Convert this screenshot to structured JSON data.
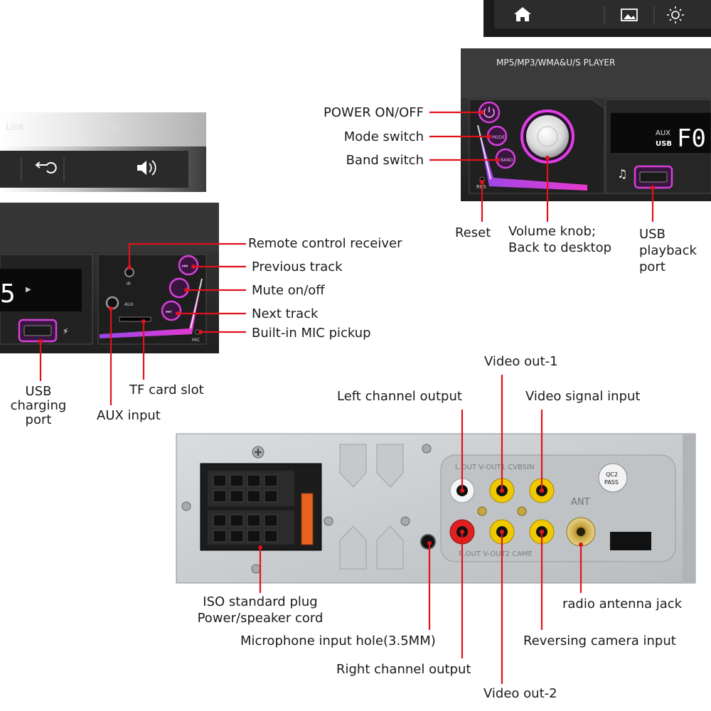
{
  "front_panel_right": {
    "header": "MP5/MP3/WMA&U/S PLAYER",
    "display_aux": "AUX",
    "display_usb": "USB",
    "display_digits": "F0",
    "reset_tag": "RES",
    "music_glyph": "♫",
    "icons": [
      "home-icon",
      "image-icon",
      "brightness-icon"
    ],
    "labels": {
      "power": "POWER ON/OFF",
      "mode": "Mode switch",
      "band": "Band switch",
      "reset": "Reset",
      "volume_1": "Volume knob;",
      "volume_2": "Back to desktop",
      "usb_play_1": "USB",
      "usb_play_2": "playback",
      "usb_play_3": "port"
    }
  },
  "front_panel_left": {
    "screen_text_1": "Link",
    "screen_text_2": "iCarFind",
    "display_digits": "5",
    "ir_tag": "IR",
    "aux_tag": "AUX",
    "mic_tag": "MIC",
    "icons": [
      "back-icon",
      "volume-icon"
    ],
    "labels": {
      "remote": "Remote control receiver",
      "prev": "Previous track",
      "mute": "Mute on/off",
      "next": "Next track",
      "mic": "Built-in MIC pickup",
      "usb_charge_1": "USB",
      "usb_charge_2": "charging",
      "usb_charge_3": "port",
      "aux": "AUX input",
      "tf": "TF card slot"
    }
  },
  "rear_panel": {
    "row1_silk": "L.OUT  V-OUT1  CVBSIN",
    "row2_silk": "R.OUT  V-OUT2  CAME",
    "ant_silk": "ANT",
    "qc_1": "QC2",
    "qc_2": "PASS",
    "labels": {
      "video_out1": "Video out-1",
      "left_out": "Left channel output",
      "video_in": "Video signal input",
      "iso_1": "ISO standard plug",
      "iso_2": "Power/speaker cord",
      "antenna": "radio antenna jack",
      "mic_hole": "Microphone input hole(3.5MM)",
      "reverse_cam": "Reversing camera input",
      "right_out": "Right channel output",
      "video_out2": "Video out-2"
    }
  },
  "colors": {
    "callout": "#e0121b",
    "accent_purple": "#c634c9",
    "panel_dark": "#2b2b2b",
    "metal": "#cfd2d4"
  }
}
